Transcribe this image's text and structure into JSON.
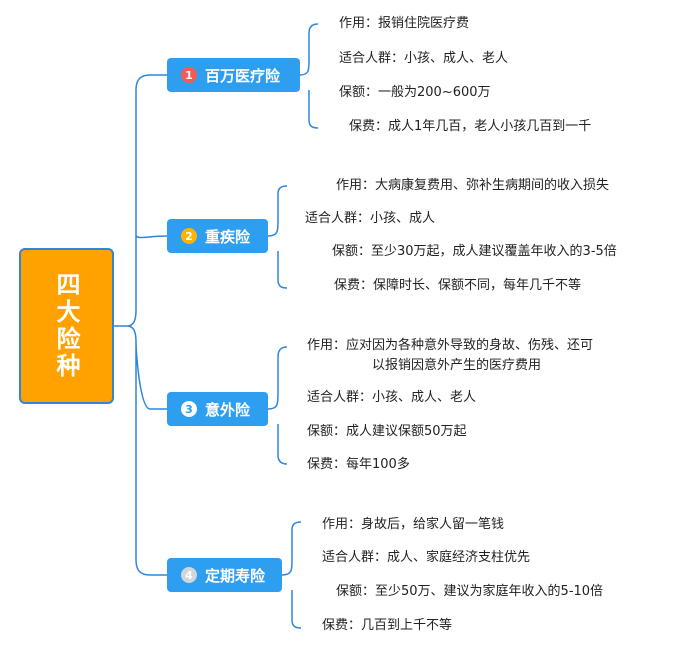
{
  "root": {
    "title": "四大险种",
    "color": "#ffa200",
    "border": "#2e86de"
  },
  "connector_color": "#2e86de",
  "branches": [
    {
      "number": "1",
      "number_bg": "#f25c54",
      "number_fg": "#ffffff",
      "label": "百万医疗险",
      "items": [
        "作用：报销住院医疗费",
        "适合人群：小孩、成人、老人",
        "保额：一般为200~600万",
        "保费：成人1年几百，老人小孩几百到一千"
      ]
    },
    {
      "number": "2",
      "number_bg": "#ffb400",
      "number_fg": "#ffffff",
      "label": "重疾险",
      "items": [
        "作用：大病康复费用、弥补生病期间的收入损失",
        "适合人群：小孩、成人",
        "保额：至少30万起，成人建议覆盖年收入的3-5倍",
        "保费：保障时长、保额不同，每年几千不等"
      ]
    },
    {
      "number": "3",
      "number_bg": "#ffffff",
      "number_fg": "#2d9ef0",
      "label": "意外险",
      "items": [
        "作用：应对因为各种意外导致的身故、伤残、还可",
        "以报销因意外产生的医疗费用",
        "适合人群：小孩、成人、老人",
        "保额：成人建议保额50万起",
        "保费：每年100多"
      ]
    },
    {
      "number": "4",
      "number_bg": "#cfd6dc",
      "number_fg": "#ffffff",
      "label": "定期寿险",
      "items": [
        "作用：身故后，给家人留一笔钱",
        "适合人群：成人、家庭经济支柱优先",
        "保额：至少50万、建议为家庭年收入的5-10倍",
        "保费：几百到上千不等"
      ]
    }
  ]
}
